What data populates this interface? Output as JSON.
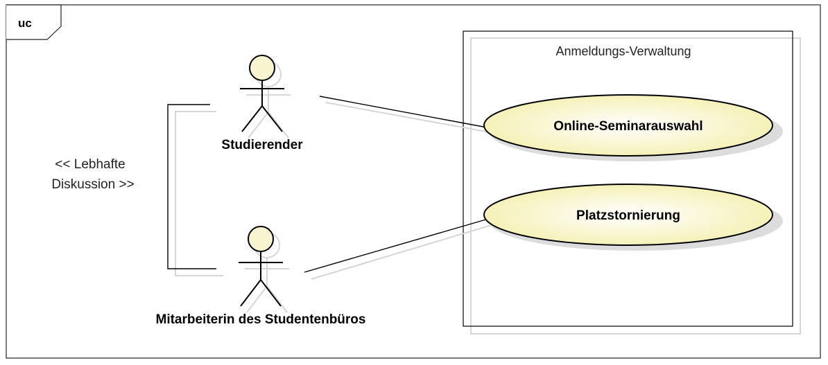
{
  "diagram": {
    "frame_tag": "uc",
    "system_boundary": {
      "title": "Anmeldungs-Verwaltung"
    },
    "actors": [
      {
        "id": "studierender",
        "label": "Studierender"
      },
      {
        "id": "mitarbeiterin",
        "label": "Mitarbeiterin des Studentenbüros"
      }
    ],
    "use_cases": [
      {
        "id": "seminarauswahl",
        "label": "Online-Seminarauswahl"
      },
      {
        "id": "platzstornierung",
        "label": "Platzstornierung"
      }
    ],
    "actor_relation": {
      "stereotype_line1": "<< Lebhafte",
      "stereotype_line2": "Diskussion >>"
    },
    "associations": [
      {
        "from": "Studierender",
        "to": "Online-Seminarauswahl"
      },
      {
        "from": "Mitarbeiterin des Studentenbüros",
        "to": "Platzstornierung"
      }
    ],
    "colors": {
      "actor_fill": "#f7f4cf",
      "usecase_fill": "#fbf8d3",
      "line": "#000000",
      "shadow": "#d9d9d9"
    }
  }
}
